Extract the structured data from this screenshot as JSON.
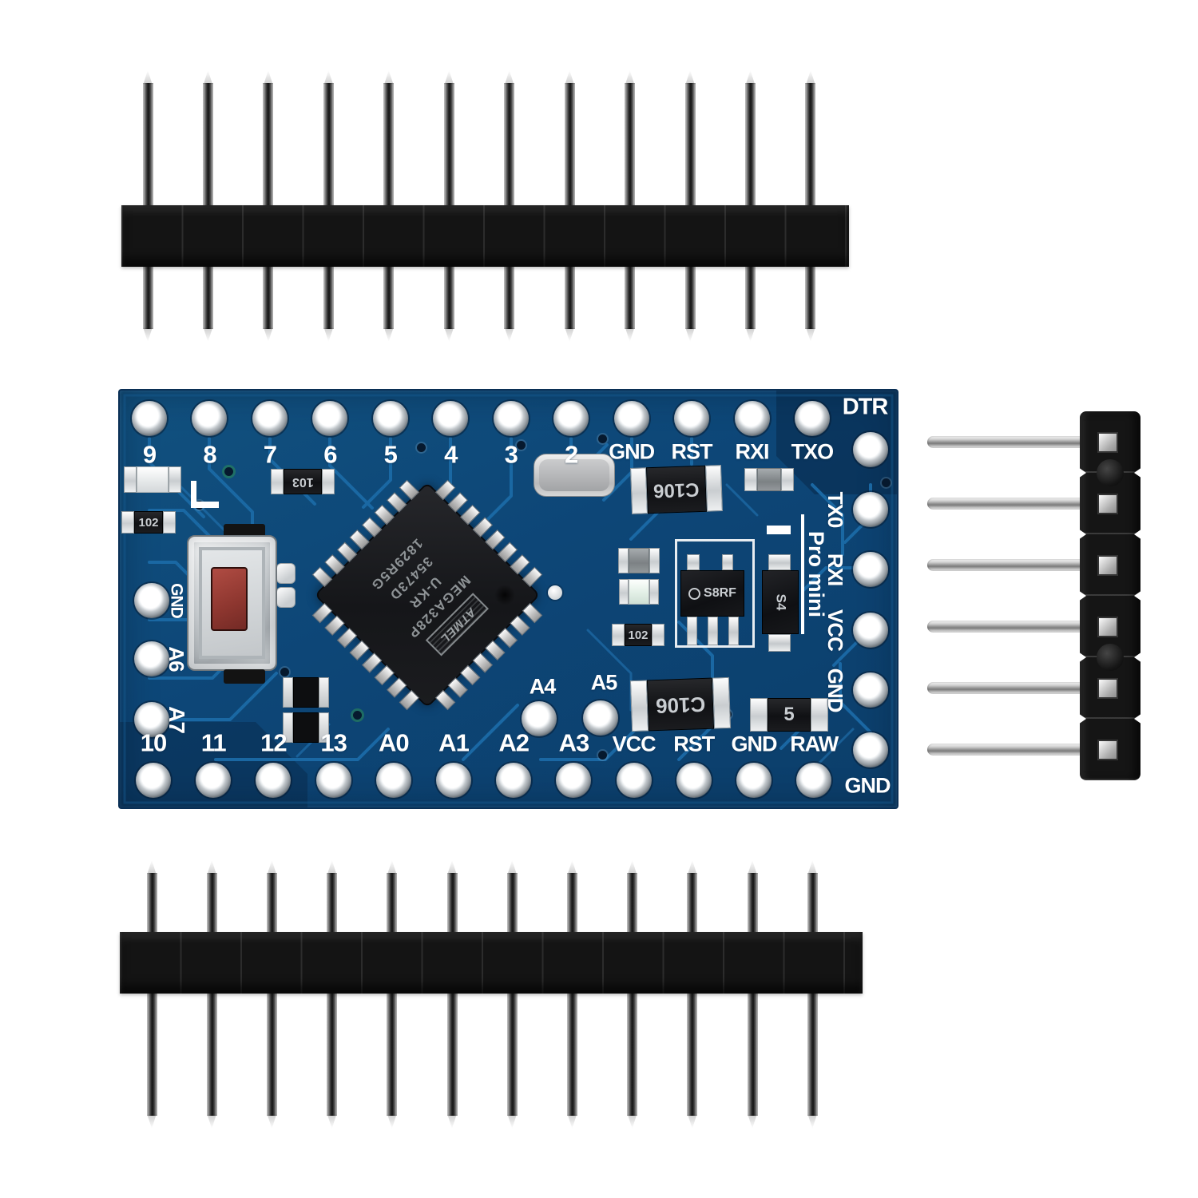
{
  "product": {
    "name": "Arduino Pro Mini microcontroller board with pin headers"
  },
  "board": {
    "silkscreen": {
      "top_row": [
        "9",
        "8",
        "7",
        "6",
        "5",
        "4",
        "3",
        "2",
        "GND",
        "RST",
        "RXI",
        "TXO"
      ],
      "bottom_row": [
        "10",
        "11",
        "12",
        "13",
        "A0",
        "A1",
        "A2",
        "A3",
        "VCC",
        "RST",
        "GND",
        "RAW"
      ],
      "left_column": [
        "GND",
        "A6",
        "A7"
      ],
      "analog_offset": [
        "A4",
        "A5"
      ],
      "right_top": "DTR",
      "right_column": [
        "TX0",
        "RXI",
        "VCC",
        "GND"
      ],
      "right_bottom": "GND",
      "brand": "Pro mini"
    },
    "mcu": {
      "logo_text": "ATMEL",
      "marking_lines": [
        "MEGA328P",
        "U-KR",
        "35473D",
        "1829R5G"
      ],
      "pins_per_side": 8
    },
    "components": {
      "capacitor_top_label": "C106",
      "capacitor_bottom_label": "C106",
      "resistor_top_label": "103",
      "resistor_left_label": "102",
      "resistor_mid_label": "102",
      "resistor_bottom_right_label": "5",
      "regulator_label": "S8RF",
      "transistor_label": "S4"
    },
    "colors": {
      "pcb_blue": "#0d4677",
      "trace_blue": "#1b6aa6",
      "silkscreen_white": "#ffffff",
      "reset_button_red": "#8d362f",
      "header_plastic_black": "#141414",
      "pin_silver": "#d9d9d9"
    }
  },
  "headers": {
    "top": {
      "pin_count": 12
    },
    "bottom": {
      "pin_count": 12
    },
    "right_angle": {
      "pin_count": 6
    }
  }
}
